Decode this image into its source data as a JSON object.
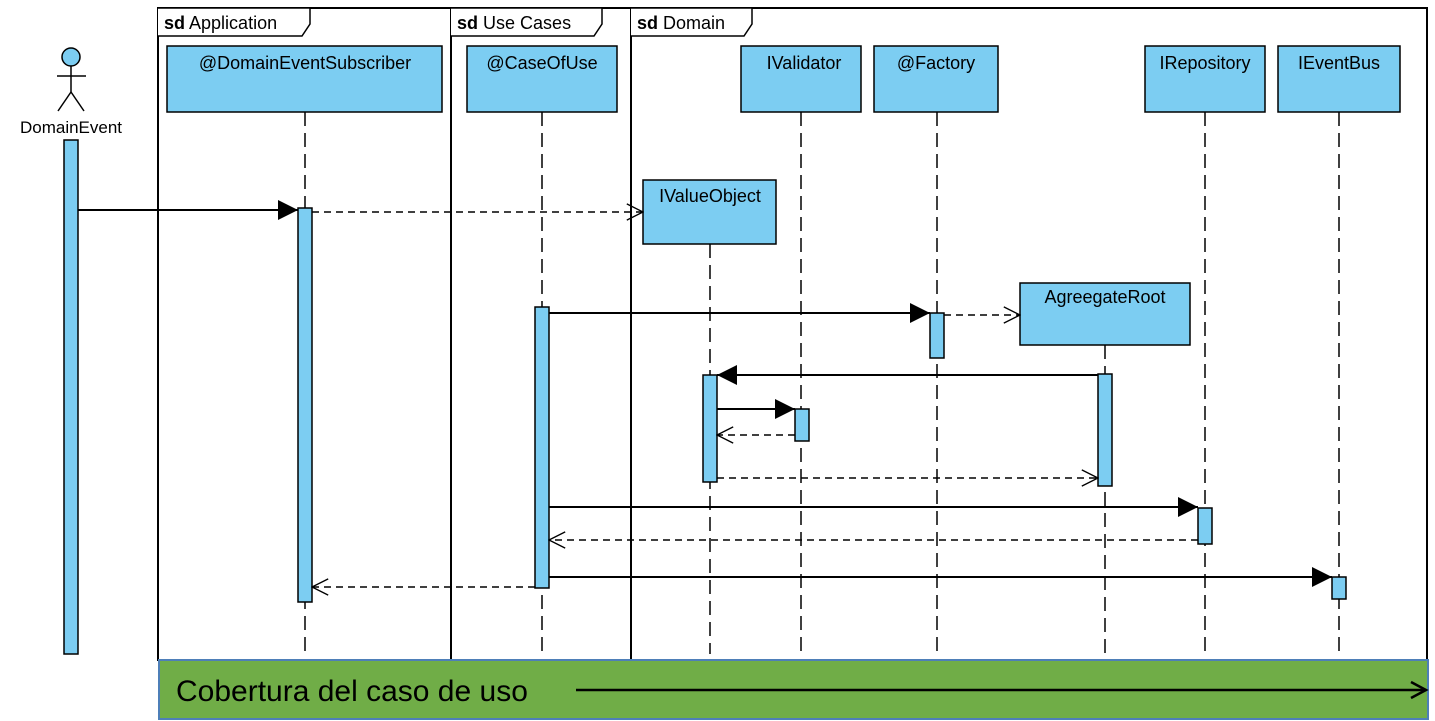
{
  "frames": [
    {
      "keyword": "sd",
      "name": "Application"
    },
    {
      "keyword": "sd",
      "name": "Use Cases"
    },
    {
      "keyword": "sd",
      "name": "Domain"
    }
  ],
  "actor": {
    "name": "DomainEvent"
  },
  "lifelines": {
    "subscriber": "@DomainEventSubscriber",
    "case_of_use": "@CaseOfUse",
    "validator": "IValidator",
    "factory": "@Factory",
    "repository": "IRepository",
    "event_bus": "IEventBus",
    "value_object": "IValueObject",
    "aggregate_root": "AgreegateRoot"
  },
  "footer": {
    "text": "Cobertura del caso de uso"
  },
  "colors": {
    "box_fill": "#7ccdf2",
    "footer_fill": "#70ad47",
    "footer_border": "#4e7fb8"
  }
}
